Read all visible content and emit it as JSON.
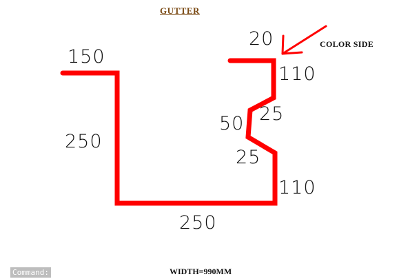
{
  "title": "GUTTER",
  "color_side_label": "COLOR SIDE",
  "width_label": "WIDTH=990MM",
  "command_label": "Command:",
  "dimensions": {
    "top_left": "150",
    "left_vertical": "250",
    "bottom": "250",
    "hem": "20",
    "upper_right": "110",
    "slant_upper": "25",
    "middle": "50",
    "slant_lower": "25",
    "lower_right": "110"
  },
  "colors": {
    "profile": "#ff0000",
    "arrow": "#ff0000",
    "title": "#7a4a14",
    "command_bg": "#bdbdbd"
  }
}
